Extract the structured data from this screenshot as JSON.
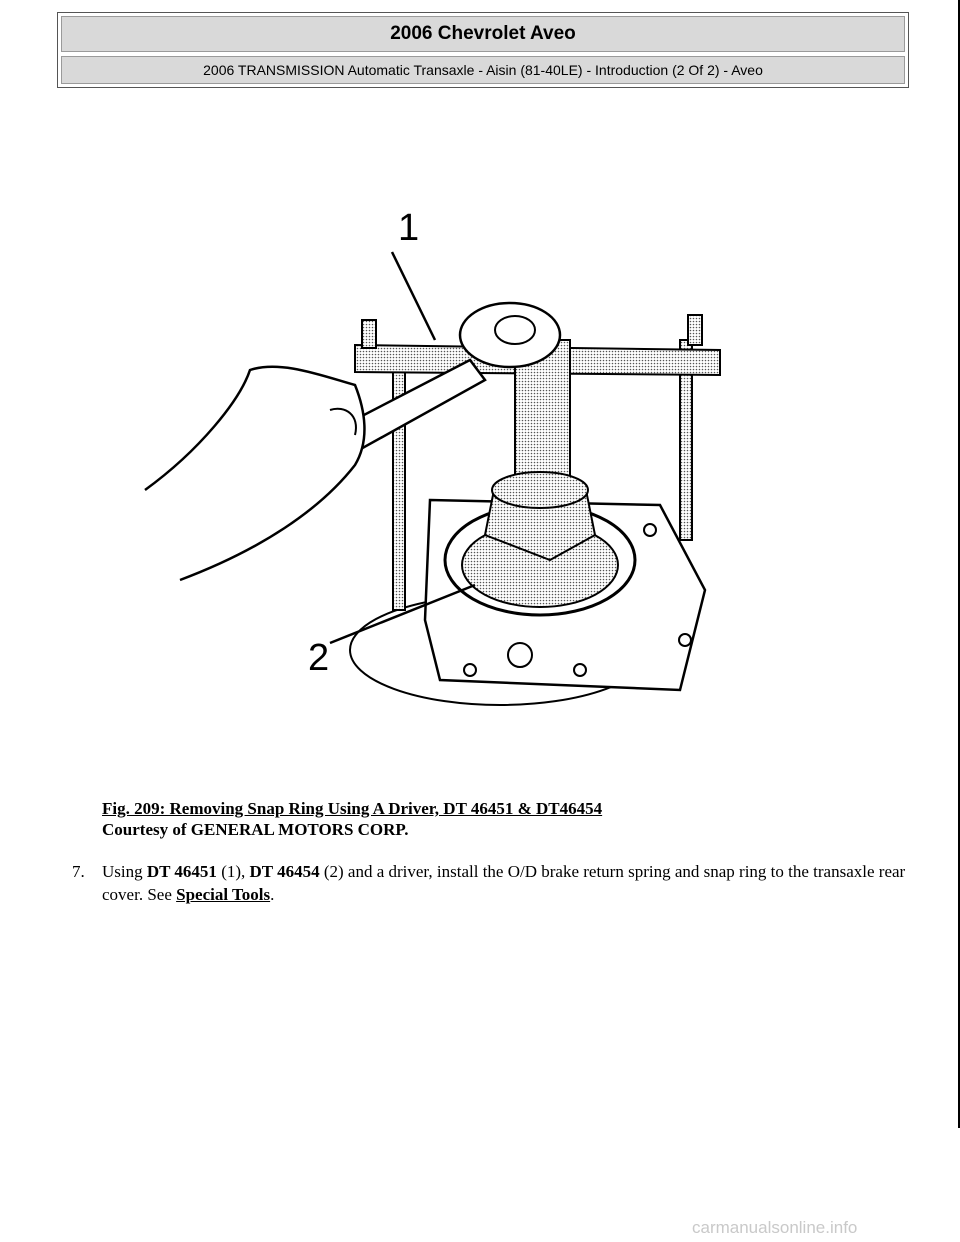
{
  "header": {
    "title": "2006 Chevrolet Aveo",
    "subtitle": "2006 TRANSMISSION Automatic Transaxle - Aisin (81-40LE) - Introduction (2 Of 2) - Aveo"
  },
  "figure": {
    "callout_1": "1",
    "callout_2": "2",
    "caption_title": "Fig. 209: Removing Snap Ring Using A Driver, DT 46451 & DT46454",
    "courtesy": "Courtesy of GENERAL MOTORS CORP."
  },
  "step": {
    "number": "7.",
    "text_using": "Using ",
    "tool1": "DT 46451",
    "text_a": " (1), ",
    "tool2": "DT 46454",
    "text_b": " (2) and a driver, install the O/D brake return spring and snap ring to the transaxle rear cover. See ",
    "link": "Special Tools",
    "text_end": "."
  },
  "watermark": "carmanualsonline.info"
}
